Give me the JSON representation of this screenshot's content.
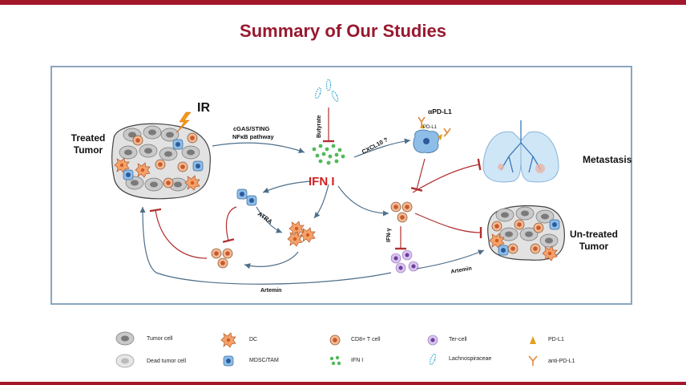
{
  "title": "Summary of Our Studies",
  "labels": {
    "treated_tumor": "Treated Tumor",
    "ir": "IR",
    "cgas_sting": "cGAS/STING",
    "nfkb": "NFκB pathway",
    "butyrate": "Butyrate",
    "cxcl10": "CXCL10 ?",
    "apdl1": "αPD-L1",
    "pdl1": "PD-L1",
    "metastasis": "Metastasis",
    "ifn1": "IFN I",
    "atra": "ATRA",
    "ifng": "IFN-γ",
    "untreated_tumor": "Un-treated Tumor",
    "artemin1": "Artemin",
    "artemin2": "Artemin"
  },
  "legend": [
    {
      "icon": "tumor-cell",
      "label": "Tumor cell"
    },
    {
      "icon": "dead-tumor-cell",
      "label": "Dead tumor cell"
    },
    {
      "icon": "dc",
      "label": "DC"
    },
    {
      "icon": "mdsc-tam",
      "label": "MDSC/TAM"
    },
    {
      "icon": "cd8-t-cell",
      "label": "CD8+ T cell"
    },
    {
      "icon": "ifn-i",
      "label": "IFN I"
    },
    {
      "icon": "ter-cell",
      "label": "Ter-cell"
    },
    {
      "icon": "lachnospiraceae",
      "label": "Lachnospiraceae"
    },
    {
      "icon": "pd-l1",
      "label": "PD-L1"
    },
    {
      "icon": "anti-pd-l1",
      "label": "anti-PD-L1"
    }
  ],
  "colors": {
    "brand": "#a3172b",
    "title": "#98182e",
    "frame": "#8aa6bf",
    "arrow_activate": "#4e6f8a",
    "arrow_inhibit": "#b03030",
    "ifn_text": "#d01f1f"
  }
}
